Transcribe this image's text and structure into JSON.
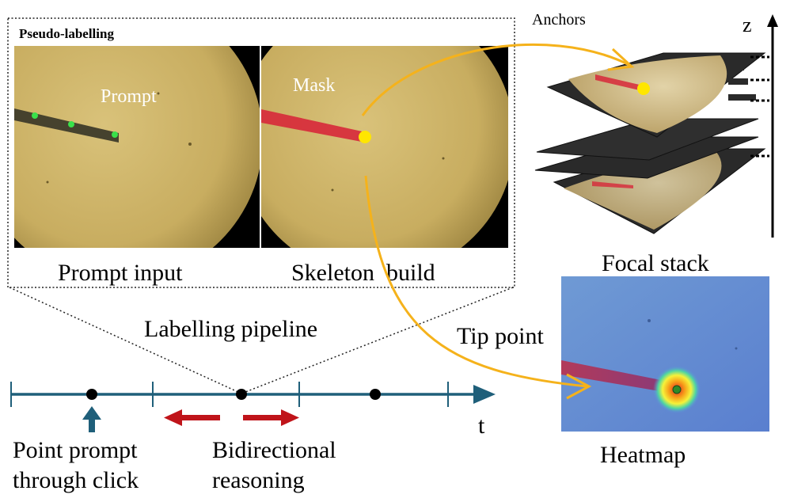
{
  "panel": {
    "title": "Pseudo-labelling",
    "left_image_label": "Prompt",
    "right_image_label": "Mask",
    "left_caption": "Prompt input",
    "right_caption": "Skeleton  build"
  },
  "pipeline_label": "Labelling pipeline",
  "timeline": {
    "axis_label": "t",
    "left_annotation": [
      "Point prompt",
      "through click"
    ],
    "center_annotation": [
      "Bidirectional",
      "reasoning"
    ]
  },
  "focal_stack": {
    "anchors_label": "Anchors",
    "z_label": "z",
    "caption": "Focal stack"
  },
  "heatmap": {
    "tip_label": "Tip point",
    "caption": "Heatmap"
  },
  "colors": {
    "timeline": "#1f5f7a",
    "arrow_yellow": "#f5b21b",
    "direction_red": "#c0141a",
    "plate": "#cdb46a",
    "mask_red": "#d7283a",
    "tip_yellow": "#ffe600"
  }
}
